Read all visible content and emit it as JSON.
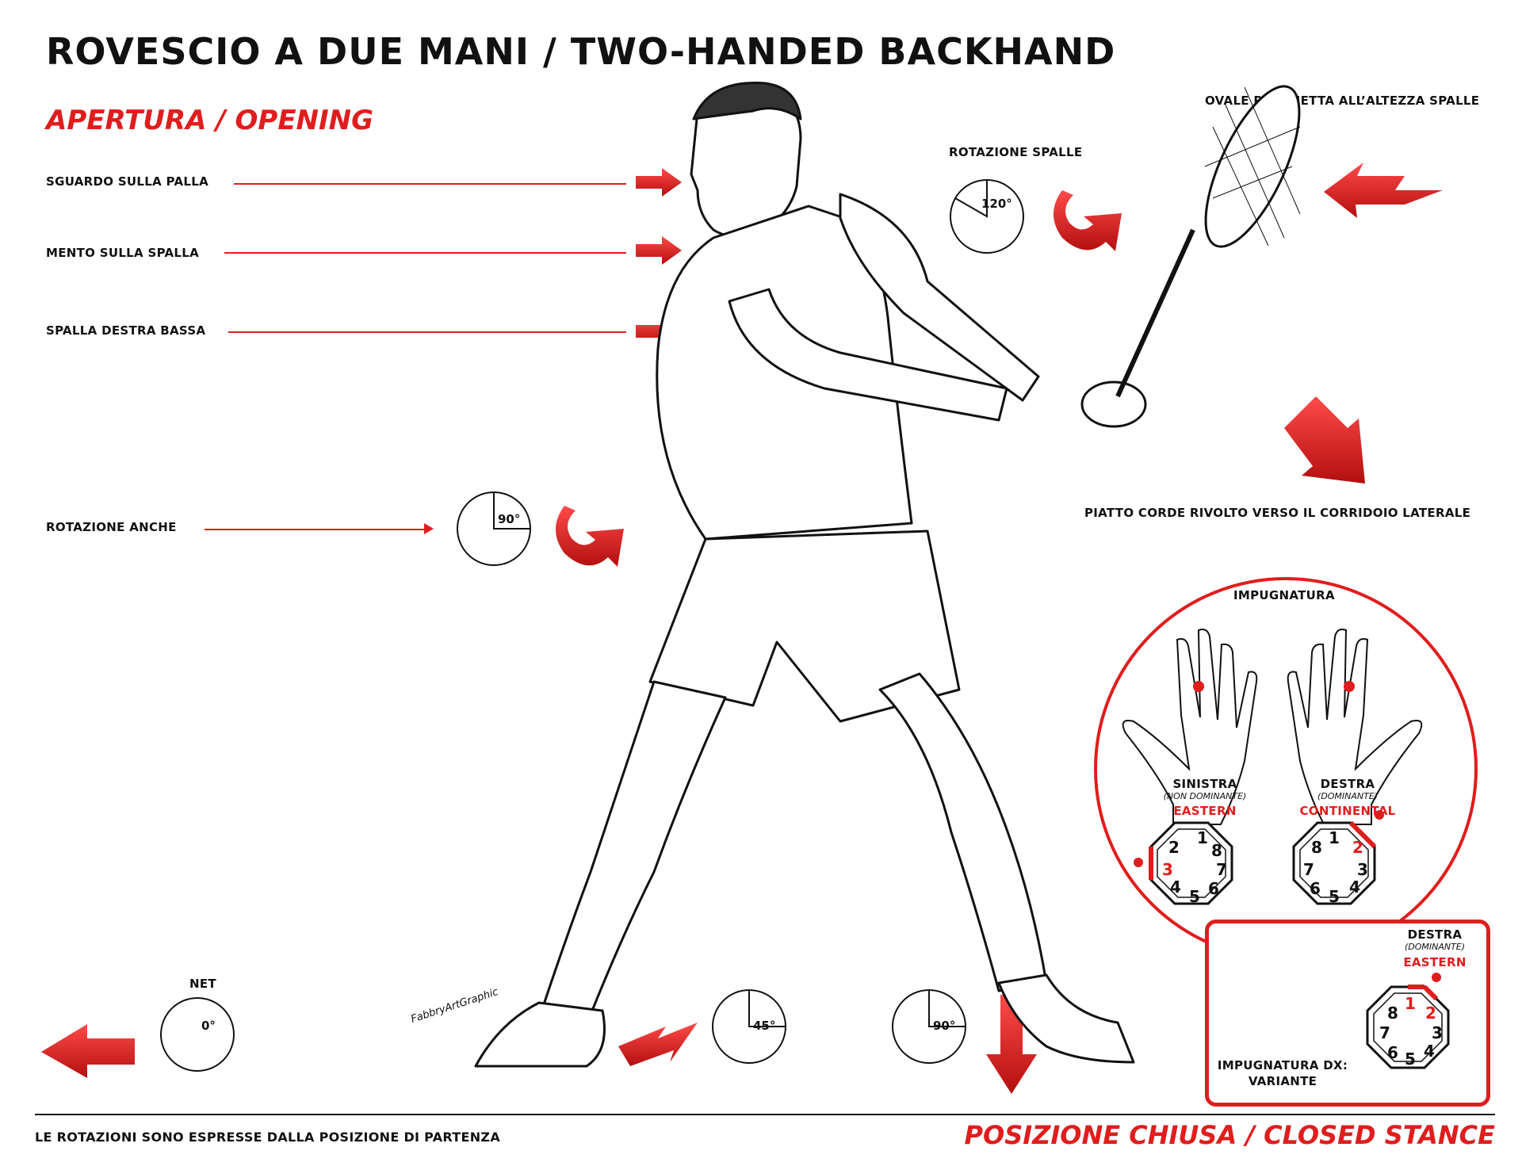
{
  "title": "ROVESCIO A DUE MANI / TWO-HANDED BACKHAND",
  "section": "APERTURA / OPENING",
  "labels": {
    "sguardo": "SGUARDO SULLA PALLA",
    "mento": "MENTO SULLA SPALLA",
    "spalla": "SPALLA DESTRA BASSA",
    "anche": "ROTAZIONE ANCHE",
    "rotazione_spalle": "ROTAZIONE SPALLE",
    "ovale": "OVALE RACCHETTA ALL’ALTEZZA SPALLE",
    "piatto": "PIATTO CORDE RIVOLTO VERSO IL CORRIDOIO LATERALE",
    "net": "NET"
  },
  "angles": {
    "spalle": "120°",
    "anche": "90°",
    "net": "0°",
    "foot_left": "45°",
    "foot_right": "90°"
  },
  "grip": {
    "title": "IMPUGNATURA",
    "left_hand": "SINISTRA",
    "left_sub": "(NON DOMINANTE)",
    "left_grip": "EASTERN",
    "right_hand": "DESTRA",
    "right_sub": "(DOMINANTE)",
    "right_grip": "CONTINENTAL"
  },
  "variant": {
    "hand": "DESTRA",
    "sub": "(DOMINANTE)",
    "grip": "EASTERN",
    "label_line1": "IMPUGNATURA DX:",
    "label_line2": "VARIANTE"
  },
  "signature": "FabbryArtGraphic",
  "footer": {
    "left": "LE ROTAZIONI SONO ESPRESSE DALLA POSIZIONE DI PARTENZA",
    "right": "POSIZIONE CHIUSA / CLOSED STANCE"
  },
  "bevels": {
    "left": [
      "1",
      "8",
      "7",
      "6",
      "5",
      "4",
      "3",
      "2"
    ],
    "highlight_left": "3",
    "highlight_right": "2"
  },
  "colors": {
    "accent": "#e01d1d",
    "ink": "#111111"
  }
}
